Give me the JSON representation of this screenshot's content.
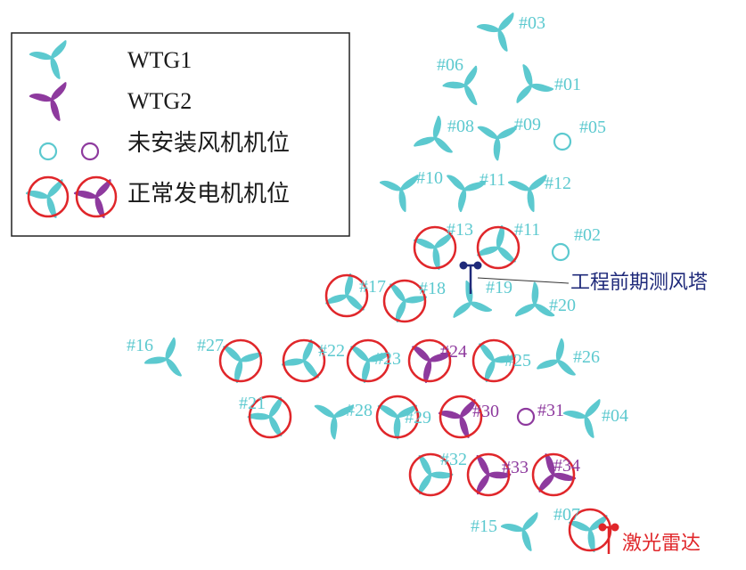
{
  "colors": {
    "wtg1": "#5cc9cf",
    "wtg2": "#8e3a9e",
    "ring": "#e0262a",
    "mast": "#1f2a7a",
    "lidar": "#e0262a"
  },
  "legend": {
    "wtg1_label": "WTG1",
    "wtg2_label": "WTG2",
    "uninstalled_label": "未安装风机机位",
    "operating_label": "正常发电机机位"
  },
  "annotations": {
    "met_mast": "工程前期测风塔",
    "lidar": "激光雷达"
  },
  "turbines": [
    {
      "id": "#03",
      "type": "wtg1",
      "status": "installed"
    },
    {
      "id": "#06",
      "type": "wtg1",
      "status": "installed"
    },
    {
      "id": "#01",
      "type": "wtg1",
      "status": "installed"
    },
    {
      "id": "#08",
      "type": "wtg1",
      "status": "installed"
    },
    {
      "id": "#09",
      "type": "wtg1",
      "status": "installed"
    },
    {
      "id": "#05",
      "type": "wtg1",
      "status": "uninstalled"
    },
    {
      "id": "#10",
      "type": "wtg1",
      "status": "installed"
    },
    {
      "id": "#11",
      "type": "wtg1",
      "status": "installed"
    },
    {
      "id": "#12",
      "type": "wtg1",
      "status": "installed"
    },
    {
      "id": "#13",
      "type": "wtg1",
      "status": "operating"
    },
    {
      "id": "#11",
      "type": "wtg1",
      "status": "operating"
    },
    {
      "id": "#02",
      "type": "wtg1",
      "status": "uninstalled"
    },
    {
      "id": "#17",
      "type": "wtg1",
      "status": "operating"
    },
    {
      "id": "#18",
      "type": "wtg1",
      "status": "operating"
    },
    {
      "id": "#19",
      "type": "wtg1",
      "status": "installed"
    },
    {
      "id": "#20",
      "type": "wtg1",
      "status": "installed"
    },
    {
      "id": "#16",
      "type": "wtg1",
      "status": "installed"
    },
    {
      "id": "#27",
      "type": "wtg1",
      "status": "operating"
    },
    {
      "id": "#22",
      "type": "wtg1",
      "status": "operating"
    },
    {
      "id": "#23",
      "type": "wtg1",
      "status": "operating"
    },
    {
      "id": "#24",
      "type": "wtg2",
      "status": "operating"
    },
    {
      "id": "#25",
      "type": "wtg1",
      "status": "operating"
    },
    {
      "id": "#26",
      "type": "wtg1",
      "status": "installed"
    },
    {
      "id": "#21",
      "type": "wtg1",
      "status": "operating"
    },
    {
      "id": "#28",
      "type": "wtg1",
      "status": "installed"
    },
    {
      "id": "#29",
      "type": "wtg1",
      "status": "operating"
    },
    {
      "id": "#30",
      "type": "wtg2",
      "status": "operating"
    },
    {
      "id": "#31",
      "type": "wtg2",
      "status": "uninstalled"
    },
    {
      "id": "#04",
      "type": "wtg1",
      "status": "installed"
    },
    {
      "id": "#32",
      "type": "wtg1",
      "status": "operating"
    },
    {
      "id": "#33",
      "type": "wtg2",
      "status": "operating"
    },
    {
      "id": "#34",
      "type": "wtg2",
      "status": "operating"
    },
    {
      "id": "#15",
      "type": "wtg1",
      "status": "installed"
    },
    {
      "id": "#07",
      "type": "wtg1",
      "status": "operating"
    }
  ]
}
